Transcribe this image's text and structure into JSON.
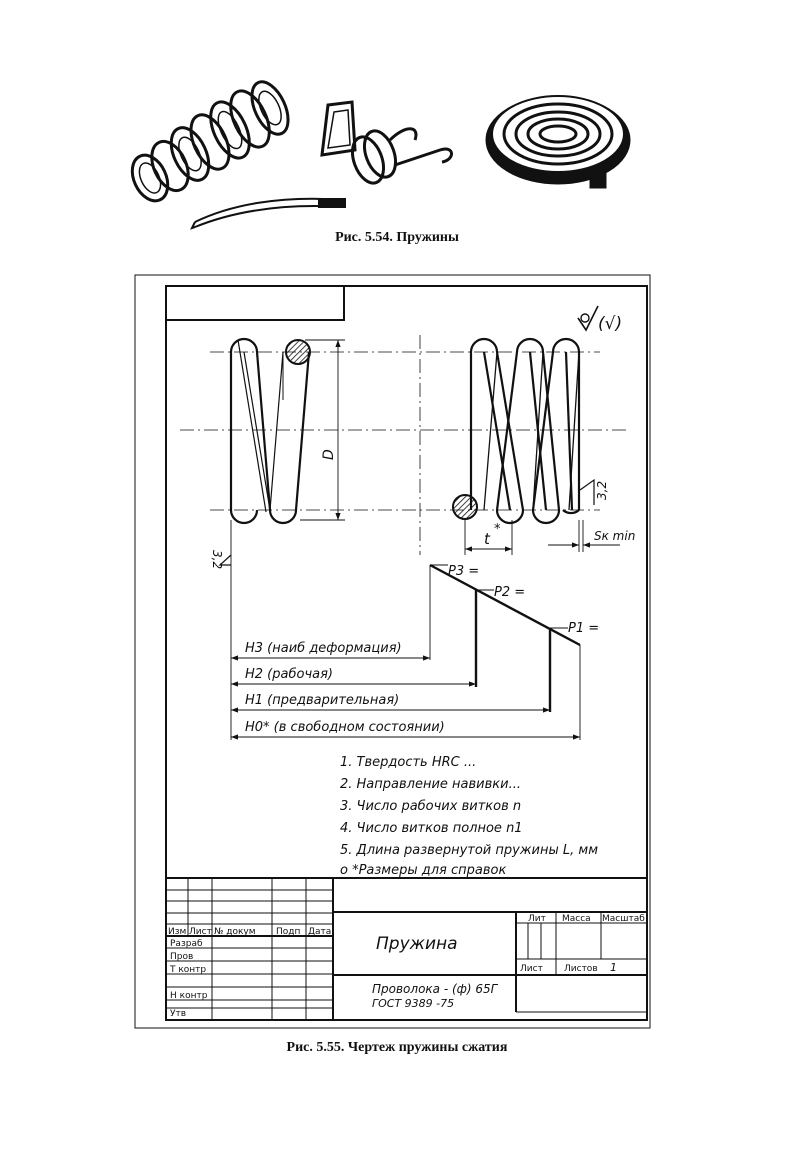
{
  "figure1": {
    "caption": "Рис. 5.54. Пружины"
  },
  "figure2": {
    "caption": "Рис. 5.55. Чертеж пружины сжатия",
    "roughness_mark": "(√)",
    "dims": {
      "D": "D",
      "t": "t",
      "t_star": "*",
      "roughness_left": "3,2",
      "roughness_right": "3,2",
      "s_label": "Sк min"
    },
    "forces": {
      "p3": "P3 =",
      "p2": "P2 =",
      "p1": "P1 ="
    },
    "heights": {
      "h3": "H3 (наиб деформация)",
      "h2": "H2 (рабочая)",
      "h1": "H1 (предварительная)",
      "h0": "H0* (в свободном состоянии)"
    },
    "notes": [
      "1. Твердость HRC ...",
      "2. Направление навивки...",
      "3. Число рабочих витков  n",
      "4. Число витков полное  n1",
      "5. Длина развернутой пружины L, мм",
      "о  *Размеры для справок"
    ],
    "title_block": {
      "col_izm": "Изм",
      "col_list": "Лист",
      "col_doc": "№ докум",
      "col_podp": "Подп",
      "col_data": "Дата",
      "row_razrab": "Разраб",
      "row_prov": "Пров",
      "row_tkontr": "Т контр",
      "row_nkontr": "Н контр",
      "row_utv": "Утв",
      "lit": "Лит",
      "massa": "Масса",
      "masshtab": "Масштаб",
      "list": "Лист",
      "listov": "Листов",
      "listov_value": "1",
      "part_name": "Пружина",
      "material_line1": "Проволока  -  (ф) 65Г",
      "material_line2": "ГОСТ  9389 -75"
    }
  }
}
